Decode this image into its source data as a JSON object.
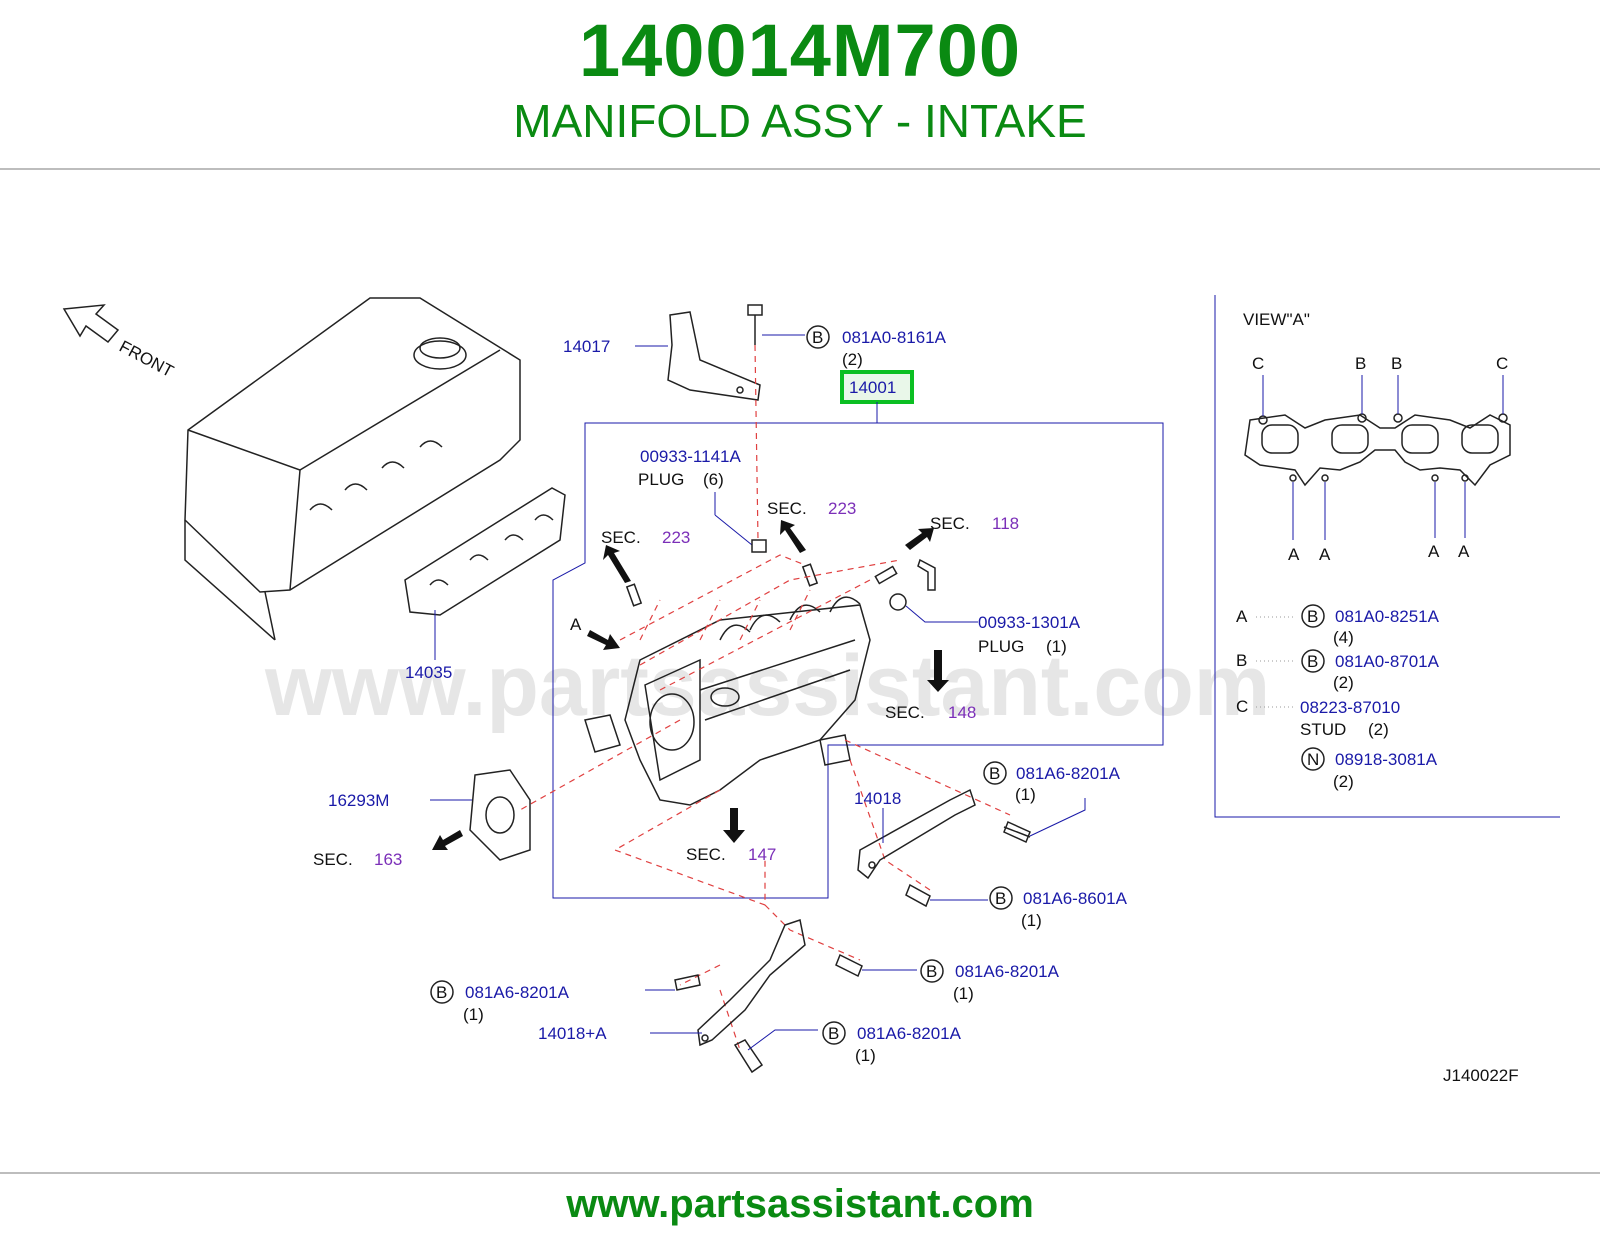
{
  "header": {
    "part_number": "140014M700",
    "part_name": "MANIFOLD ASSY - INTAKE"
  },
  "footer": {
    "website": "www.partsassistant.com"
  },
  "diagram": {
    "watermark": "www.partsassistant.com",
    "front_label": "FRONT",
    "highlighted_part": "14001",
    "drawing_code": "J140022F",
    "bolt_symbol": "B",
    "nut_symbol": "N",
    "callouts": {
      "bracket_14017": "14017",
      "bolt_top_pn": "081A0-8161A",
      "bolt_top_qty": "(2)",
      "plug1_pn": "00933-1141A",
      "plug1_name": "PLUG",
      "plug1_qty": "(6)",
      "plug2_pn": "00933-1301A",
      "plug2_name": "PLUG",
      "plug2_qty": "(1)",
      "gasket_14035": "14035",
      "gasket_16293m": "16293M",
      "bracket_14018": "14018",
      "bracket_14018a": "14018+A",
      "bolt_a1_pn": "081A6-8201A",
      "bolt_a1_qty": "(1)",
      "bolt_b_pn": "081A6-8601A",
      "bolt_b_qty": "(1)",
      "bolt_a2_pn": "081A6-8201A",
      "bolt_a2_qty": "(1)",
      "bolt_a3_pn": "081A6-8201A",
      "bolt_a3_qty": "(1)",
      "bolt_a4_pn": "081A6-8201A",
      "bolt_a4_qty": "(1)",
      "view_a_arrow": "A"
    },
    "sections": [
      {
        "label": "SEC.",
        "num": "223"
      },
      {
        "label": "SEC.",
        "num": "223"
      },
      {
        "label": "SEC.",
        "num": "118"
      },
      {
        "label": "SEC.",
        "num": "148"
      },
      {
        "label": "SEC.",
        "num": "147"
      },
      {
        "label": "SEC.",
        "num": "163"
      }
    ],
    "view_a": {
      "title": "VIEW\"A\"",
      "top_labels": [
        "C",
        "B",
        "B",
        "C"
      ],
      "bottom_labels": [
        "A",
        "A",
        "A",
        "A"
      ],
      "legend": [
        {
          "key": "A",
          "symbol": "B",
          "pn": "081A0-8251A",
          "qty": "(4)",
          "name": ""
        },
        {
          "key": "B",
          "symbol": "B",
          "pn": "081A0-8701A",
          "qty": "(2)",
          "name": ""
        },
        {
          "key": "C",
          "symbol": "",
          "pn": "08223-87010",
          "qty": "(2)",
          "name": "STUD"
        },
        {
          "key": "",
          "symbol": "N",
          "pn": "08918-3081A",
          "qty": "(2)",
          "name": ""
        }
      ]
    }
  }
}
